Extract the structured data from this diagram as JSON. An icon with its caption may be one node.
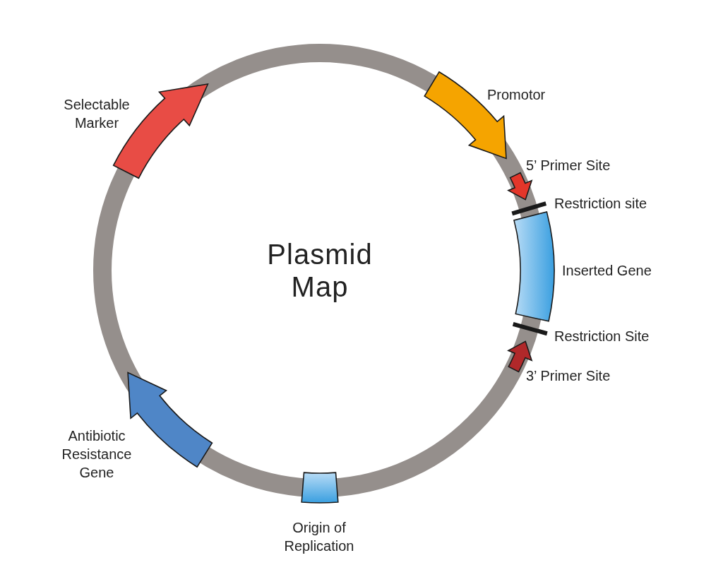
{
  "diagram": {
    "title": "Plasmid Map",
    "labels": [
      "Selectable Marker",
      "Promotor",
      "5’ Primer Site",
      "Restriction site",
      "Inserted Gene",
      "Restriction Site",
      "3’ Primer Site",
      "Antibiotic Resistance Gene",
      "Origin of Replication"
    ]
  }
}
